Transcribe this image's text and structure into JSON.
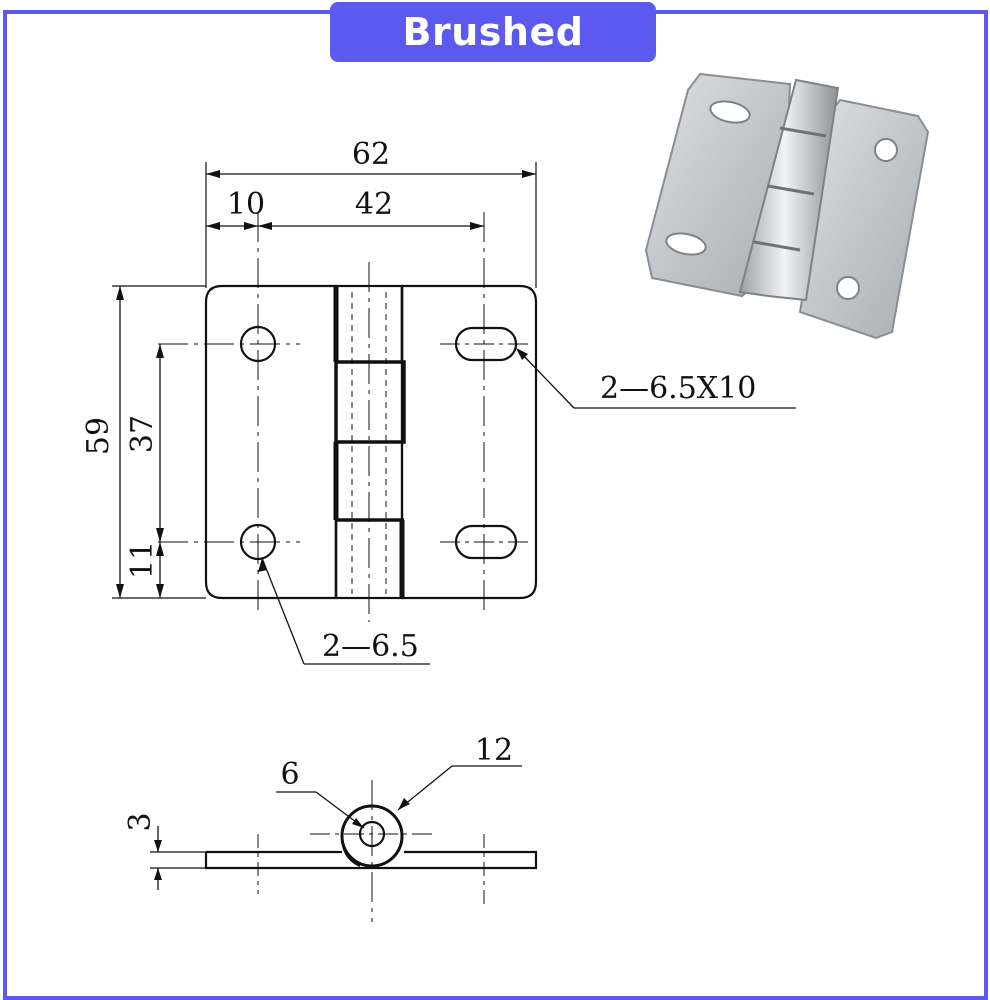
{
  "header": {
    "finish_label": "Brushed"
  },
  "drawing": {
    "overall_width": "62",
    "edge_to_hole": "10",
    "hole_spacing_horizontal": "42",
    "overall_height": "59",
    "hole_spacing_vertical": "37",
    "bottom_offset": "11",
    "slot_callout": "2—6.5X10",
    "hole_callout": "2—6.5",
    "pin_diameter": "6",
    "knuckle_diameter": "12",
    "leaf_thickness": "3"
  },
  "colors": {
    "accent": "#5b59f0",
    "line": "#111111",
    "metal": "#c9cccf"
  }
}
